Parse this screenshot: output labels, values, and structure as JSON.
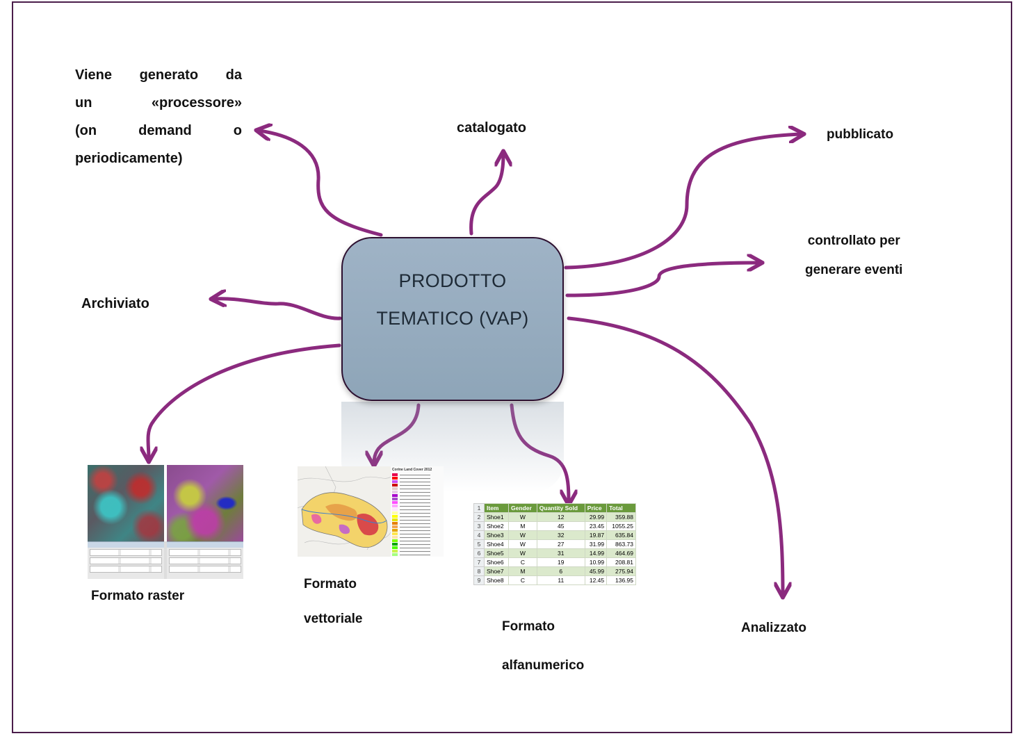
{
  "center": {
    "line1": "PRODOTTO",
    "line2": "TEMATICO (VAP)"
  },
  "labels": {
    "generated": [
      "Viene generato da",
      "un «processore»",
      "(on demand o",
      "periodicamente)"
    ],
    "catalogato": "catalogato",
    "pubblicato": "pubblicato",
    "controllato": [
      "controllato per",
      "generare eventi"
    ],
    "archiviato": "Archiviato",
    "raster": "Formato raster",
    "vettoriale": [
      "Formato",
      "vettoriale"
    ],
    "alfanumerico": [
      "Formato",
      "alfanumerico"
    ],
    "analizzato": "Analizzato"
  },
  "vector_map": {
    "title": "Corine Land Cover 2012"
  },
  "table": {
    "headers": [
      "Item",
      "Gender",
      "Quantity Sold",
      "Price",
      "Total"
    ],
    "rows": [
      [
        "Shoe1",
        "W",
        "12",
        "29.99",
        "359.88"
      ],
      [
        "Shoe2",
        "M",
        "45",
        "23.45",
        "1055.25"
      ],
      [
        "Shoe3",
        "W",
        "32",
        "19.87",
        "635.84"
      ],
      [
        "Shoe4",
        "W",
        "27",
        "31.99",
        "863.73"
      ],
      [
        "Shoe5",
        "W",
        "31",
        "14.99",
        "464.69"
      ],
      [
        "Shoe6",
        "C",
        "19",
        "10.99",
        "208.81"
      ],
      [
        "Shoe7",
        "M",
        "6",
        "45.99",
        "275.94"
      ],
      [
        "Shoe8",
        "C",
        "11",
        "12.45",
        "136.95"
      ]
    ]
  },
  "colors": {
    "arrow": "#8b2a7e",
    "box": "#9aafc2",
    "frame": "#4a1d4a",
    "table_header": "#6a9a3c"
  }
}
